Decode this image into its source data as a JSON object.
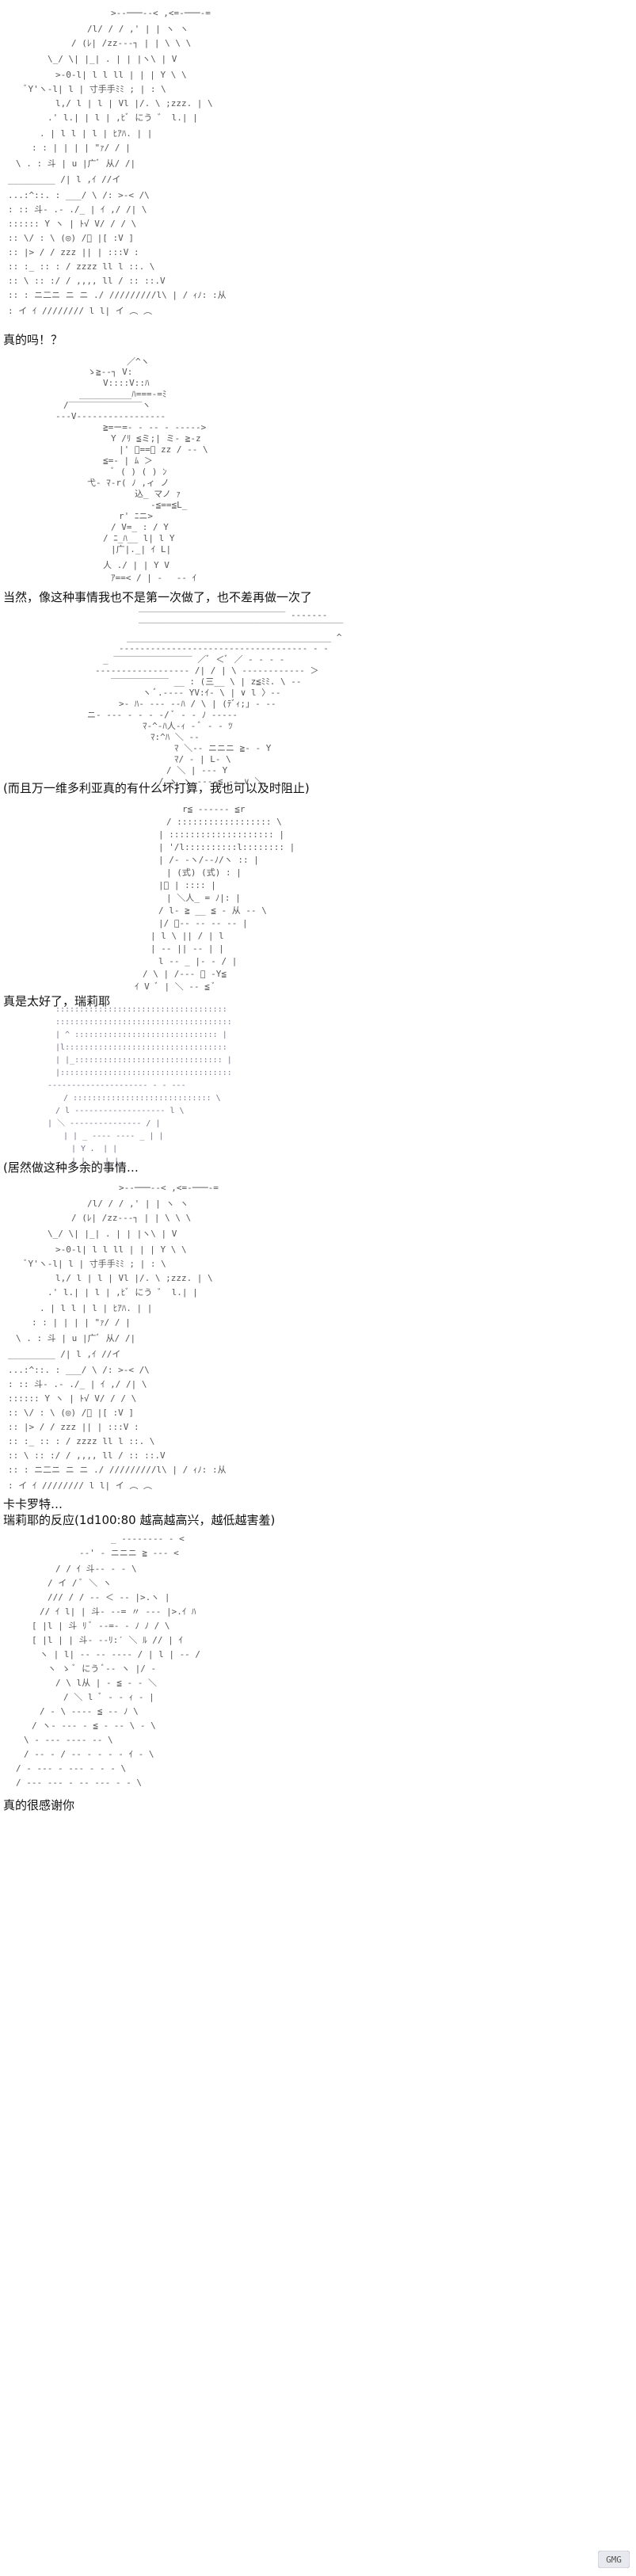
{
  "captions": {
    "c1": "真的吗！？",
    "c2": "当然，像这种事情我也不是第一次做了，也不差再做一次了",
    "c3": "(而且万一维多利亚真的有什么坏打算，我也可以及时阻止)",
    "c4": "真是太好了，瑞莉耶",
    "c5": "(居然做这种多余的事情…",
    "c6": "卡卡罗特…",
    "c7": "瑞莉耶的反应(1d100:80  越高越高兴，越低越害羞)",
    "c8": "真的很感谢你"
  },
  "watermark": {
    "text": "GMG"
  }
}
